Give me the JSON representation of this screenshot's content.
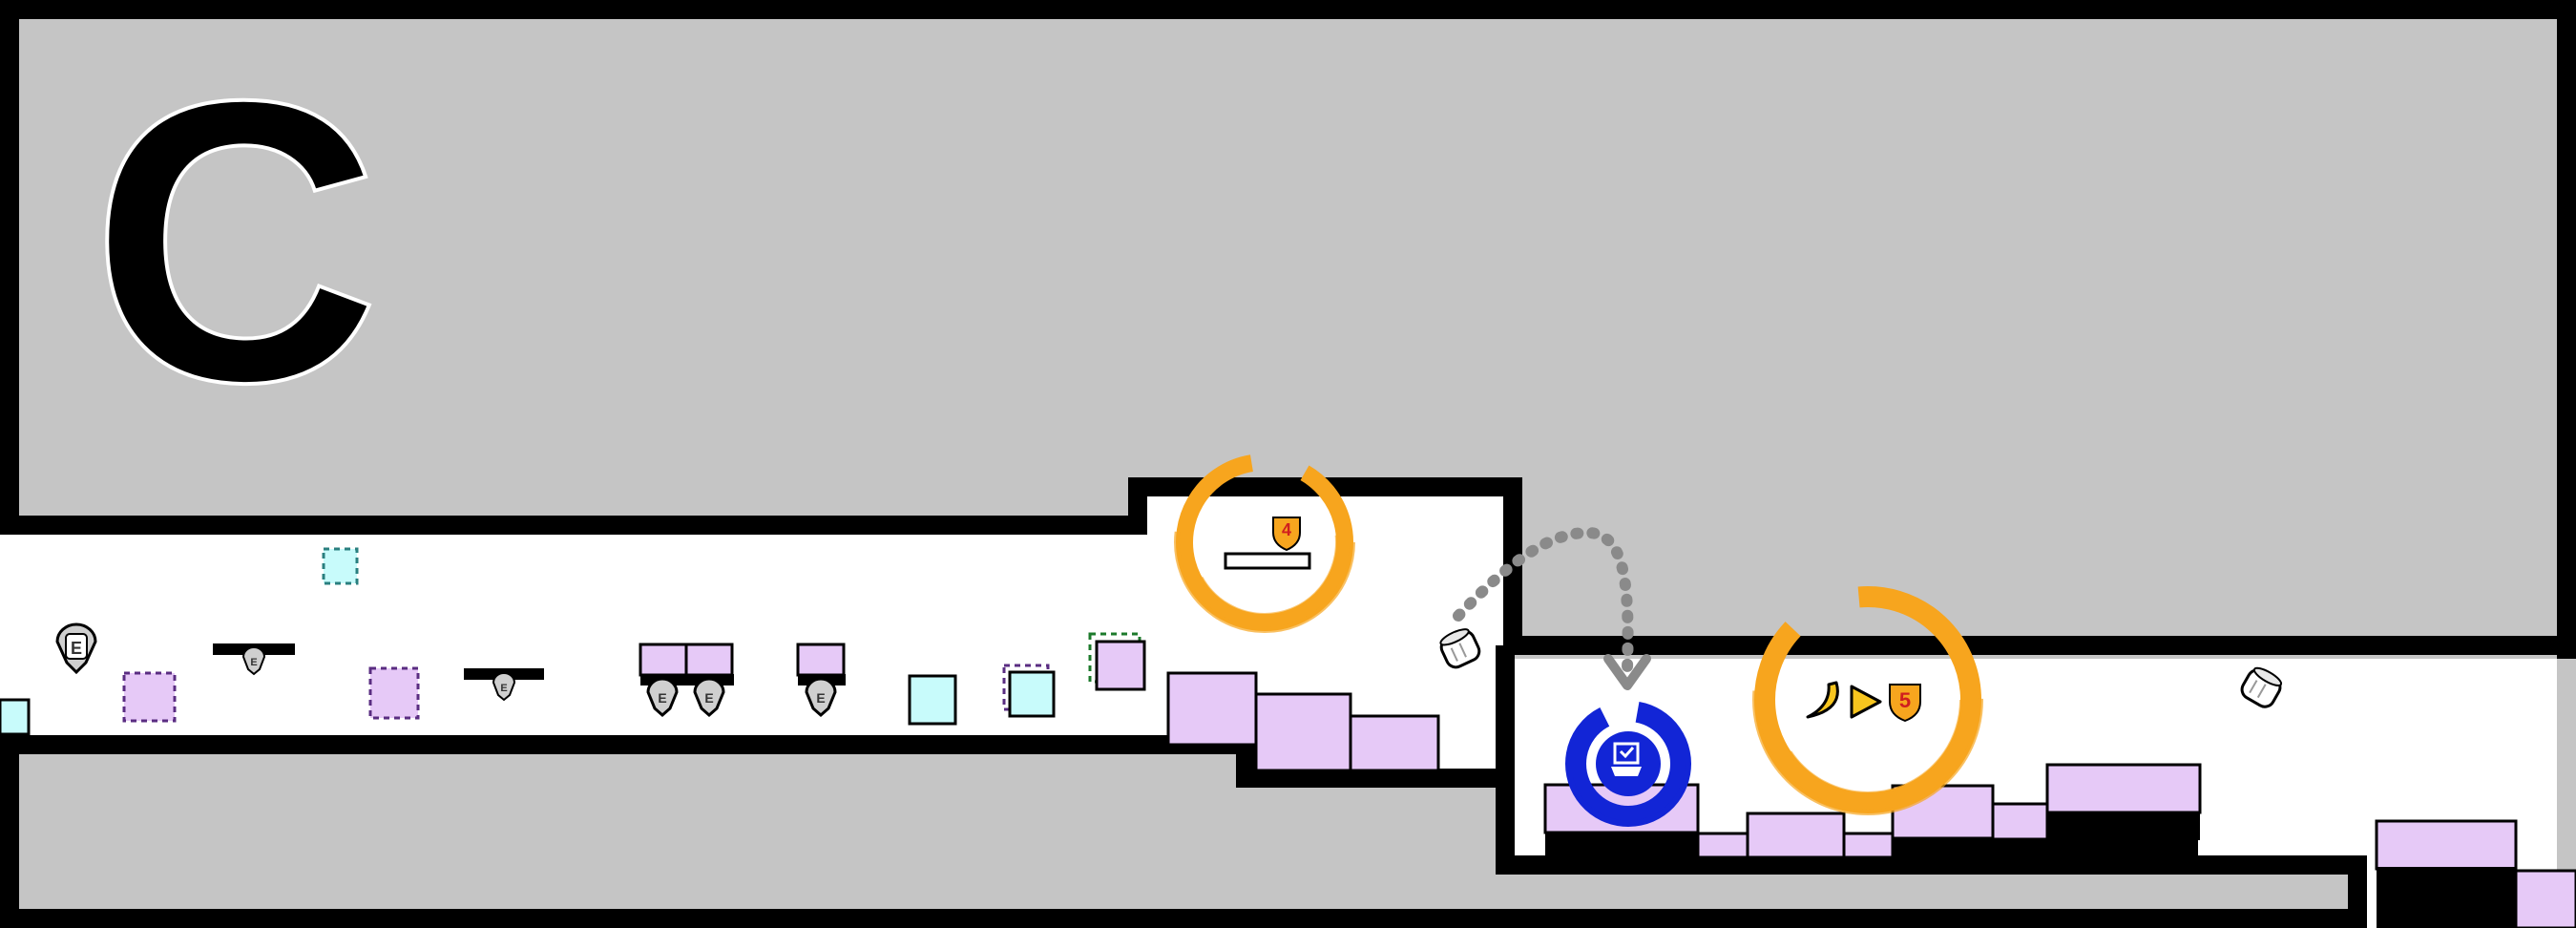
{
  "level": {
    "section_letter": "C"
  },
  "colors": {
    "wall": "#000000",
    "void": "#c5c5c5",
    "corridor": "#ffffff",
    "platform_purple": "#e6c9f7",
    "block_cyan": "#c8fbfb",
    "ring_orange": "#f7a51e",
    "ring_blue": "#1225d6",
    "arrow_gray": "#8a8a8a",
    "ghost_purple_border": "#5a2d82",
    "ghost_cyan_border": "#2a7f7f",
    "ghost_green_border": "#1c7a2b"
  },
  "markers": {
    "key_badge_letter": "E",
    "checkpoint_upper_number": "4",
    "checkpoint_lower_number": "5"
  },
  "icons": [
    "key-e-icon",
    "shield-4-icon",
    "shield-5-icon",
    "banana-icon",
    "play-triangle-icon",
    "checkpoint-flag-icon",
    "marshmallow-icon",
    "curved-arrow-icon"
  ]
}
